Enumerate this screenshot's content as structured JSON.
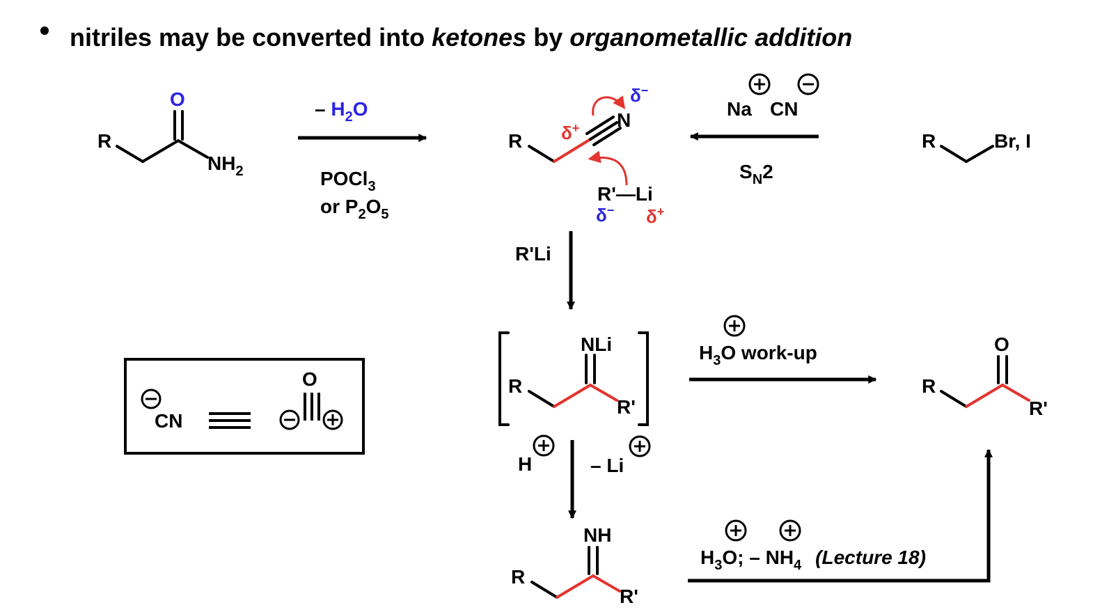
{
  "heading": {
    "part1": "nitriles may be converted into ",
    "part2": "ketones",
    "part3": " by ",
    "part4": "organometallic addition"
  },
  "amide": {
    "R": "R",
    "O": "O",
    "N": "NH",
    "sub2": "2"
  },
  "dehydration": {
    "minus": "– ",
    "h": "H",
    "sub2": "2",
    "o": "O",
    "reagent1": "POCl",
    "reagent1_sub": "3",
    "reagent2_a": "or P",
    "reagent2_sub1": "2",
    "reagent2_b": "O",
    "reagent2_sub2": "5"
  },
  "nitrile": {
    "R": "R",
    "N": "N",
    "delta_minus": "δ",
    "delta_plus": "δ",
    "minus_sup": "−",
    "plus_sup": "+",
    "rli": "R'—Li"
  },
  "cyanide": {
    "na": "Na",
    "cn": "CN",
    "sn": "S",
    "sn_sub": "N",
    "sn_2": "2"
  },
  "alkyl_halide": {
    "R": "R",
    "X": "Br, I"
  },
  "rli_label": "R'Li",
  "imine_salt": {
    "R": "R",
    "NLi": "NLi",
    "Rp": "R'"
  },
  "workup": {
    "h": "H",
    "sub3": "3",
    "rest": "O work-up"
  },
  "ketone": {
    "R": "R",
    "O": "O",
    "Rp": "R'"
  },
  "protonation": {
    "h": "H",
    "li": "– Li"
  },
  "imine": {
    "R": "R",
    "NH": "NH",
    "Rp": "R'"
  },
  "hydrolysis": {
    "h": "H",
    "sub3": "3",
    "mid": "O; – NH",
    "sub4": "4",
    "lecture": "(Lecture 18)"
  },
  "box": {
    "cn": "CN"
  }
}
